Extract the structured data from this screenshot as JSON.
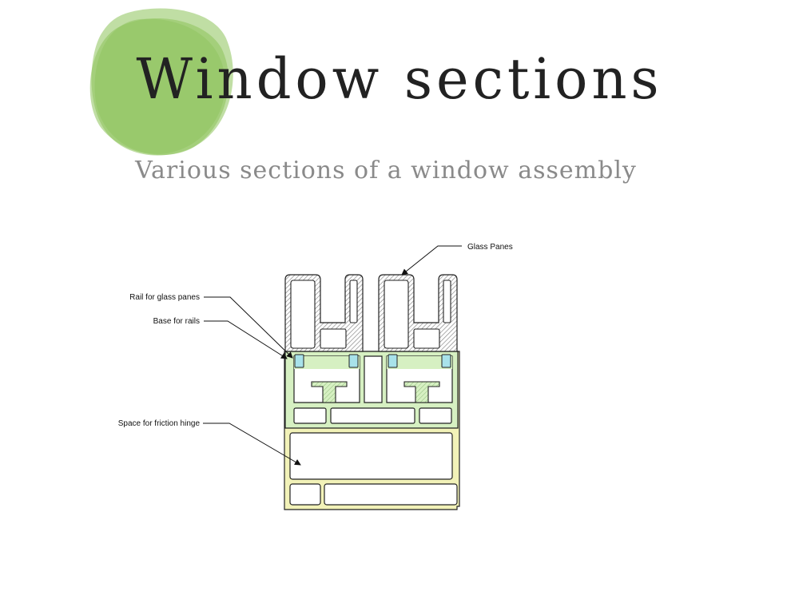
{
  "slide": {
    "title": "Window sections",
    "subtitle": "Various sections of a window assembly"
  },
  "diagram": {
    "labels": {
      "glass_panes": "Glass Panes",
      "rail": "Rail for glass panes",
      "base": "Base for rails",
      "hinge_space": "Space for friction hinge"
    }
  },
  "colors": {
    "blob_green": "#8cc25a",
    "base_green": "#d6f0c2",
    "frame_yellow": "#f2f2b8",
    "seal_blue": "#a8e2ea",
    "line_dark": "#222222",
    "hatch_grey": "#8a8a8a"
  }
}
